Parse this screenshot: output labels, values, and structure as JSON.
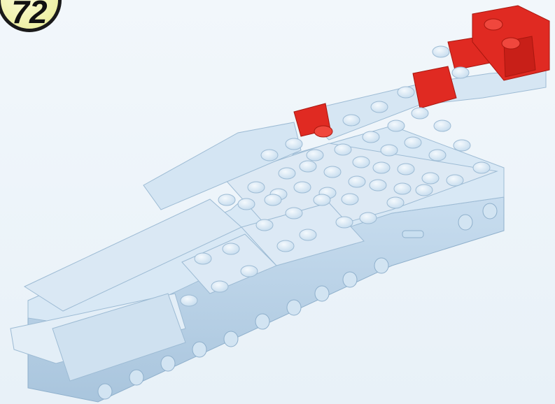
{
  "step": {
    "number": "72"
  },
  "colors": {
    "background": "#eef5fa",
    "brick_light": "#c9dff0",
    "brick_top": "#dbe9f5",
    "brick_shade": "#aac6de",
    "brick_red": "#e02a22",
    "brick_red_top": "#f0473d",
    "badge_fill": "#eef0a6"
  },
  "icons": [
    "step-number-badge",
    "lego-model-illustration"
  ]
}
